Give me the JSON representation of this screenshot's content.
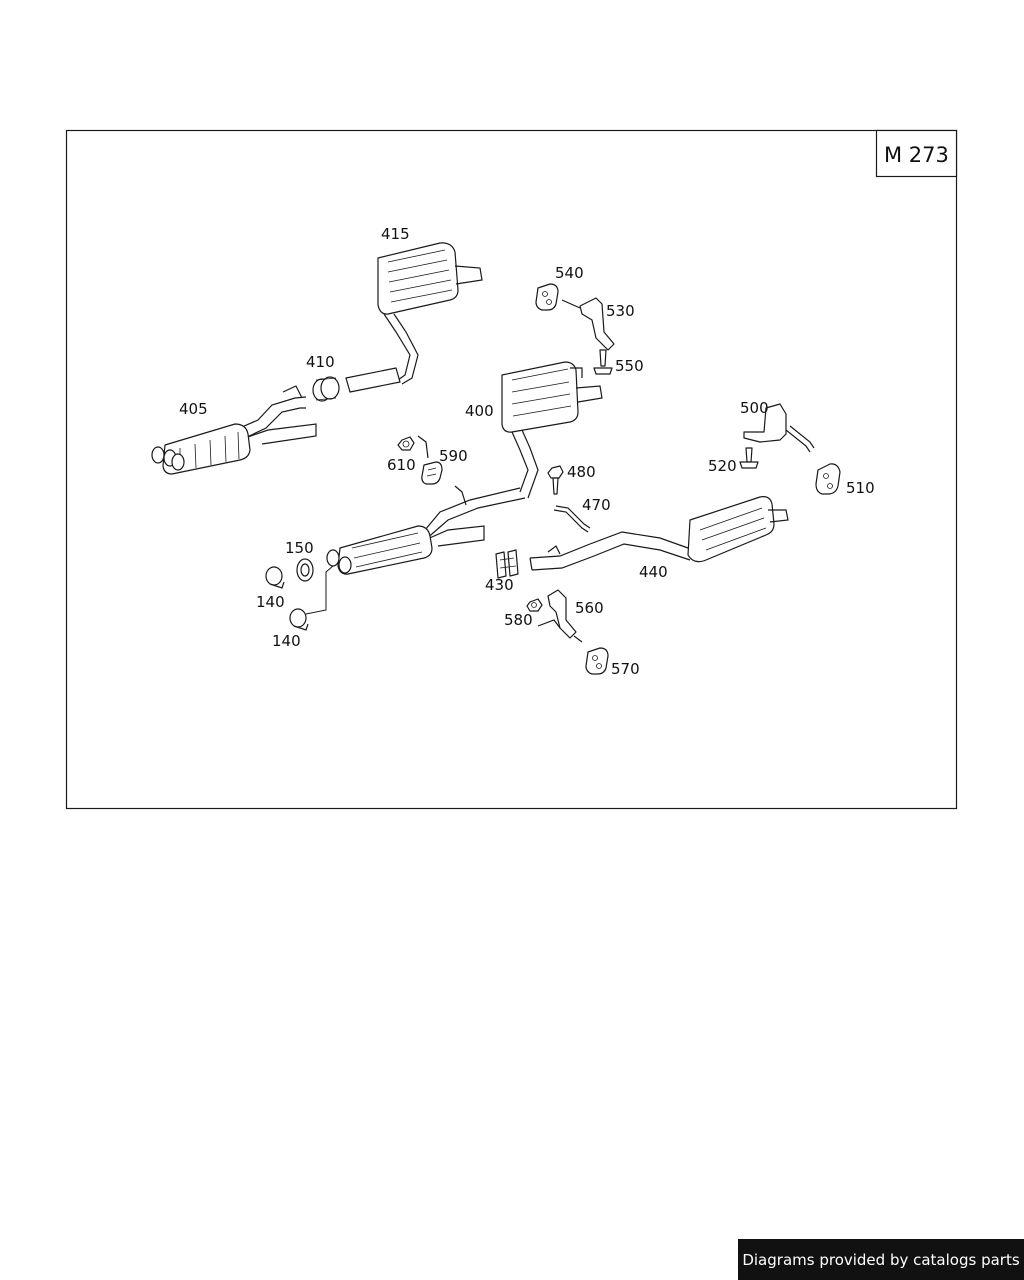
{
  "frame": {
    "model_code": "M 273"
  },
  "parts": [
    {
      "id": "p400",
      "number": "400"
    },
    {
      "id": "p405",
      "number": "405"
    },
    {
      "id": "p410",
      "number": "410"
    },
    {
      "id": "p415",
      "number": "415"
    },
    {
      "id": "p430",
      "number": "430"
    },
    {
      "id": "p440",
      "number": "440"
    },
    {
      "id": "p470",
      "number": "470"
    },
    {
      "id": "p480",
      "number": "480"
    },
    {
      "id": "p500",
      "number": "500"
    },
    {
      "id": "p510",
      "number": "510"
    },
    {
      "id": "p520",
      "number": "520"
    },
    {
      "id": "p530",
      "number": "530"
    },
    {
      "id": "p540",
      "number": "540"
    },
    {
      "id": "p550",
      "number": "550"
    },
    {
      "id": "p560",
      "number": "560"
    },
    {
      "id": "p570",
      "number": "570"
    },
    {
      "id": "p580",
      "number": "580"
    },
    {
      "id": "p590",
      "number": "590"
    },
    {
      "id": "p610",
      "number": "610"
    },
    {
      "id": "p150",
      "number": "150"
    },
    {
      "id": "p140a",
      "number": "140"
    },
    {
      "id": "p140b",
      "number": "140"
    }
  ],
  "footer": {
    "credit": "Diagrams provided by catalogs parts"
  }
}
